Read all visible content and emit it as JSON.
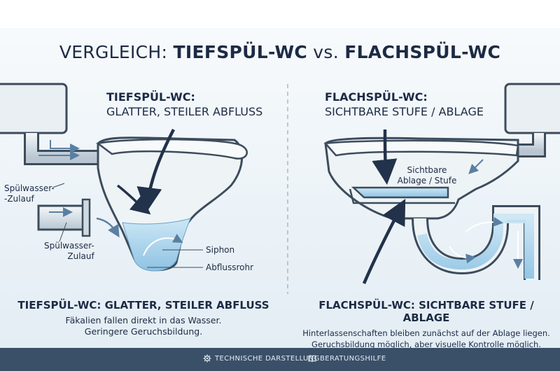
{
  "header": {
    "title_lead": "VERGLEICH: ",
    "title_a": "TIEFSPÜL-WC",
    "title_vs": " vs. ",
    "title_b": "FLACHSPÜL-WC"
  },
  "left": {
    "heading": "TIEFSPÜL-WC:",
    "subheading": "GLATTER, STEILER ABFLUSS",
    "label_inlet_top_1": "Spülwasser-",
    "label_inlet_top_2": "-Zulauf",
    "label_inlet_bottom_1": "Spülwasser-",
    "label_inlet_bottom_2": "Zulauf",
    "label_siphon": "Siphon",
    "label_drain": "Abflussrohr",
    "caption_title": "TIEFSPÜL-WC: GLATTER, STEILER ABFLUSS",
    "caption_line1": "Fäkalien fallen direkt in das Wasser.",
    "caption_line2": "Geringere Geruchsbildung."
  },
  "right": {
    "heading": "FLACHSPÜL-WC:",
    "subheading": "SICHTBARE STUFE / ABLAGE",
    "label_shelf_1": "Sichtbare",
    "label_shelf_2": "Ablage / Stufe",
    "caption_title": "FLACHSPÜL-WC: SICHTBARE STUFE / ABLAGE",
    "caption_line1": "Hinterlassenschaften bleiben zunächst auf der Ablage liegen.",
    "caption_line2": "Geruchsbildung möglich, aber visuelle Kontrolle möglich."
  },
  "footer": {
    "item1_label": "TECHNISCHE DARSTELLUNG",
    "item1_icon": "gear-icon",
    "item2_label": "BERATUNGSHILFE",
    "item2_icon": "book-icon"
  },
  "colors": {
    "background": "#f3f7fa",
    "ceramic": "#eef3f6",
    "outline": "#3d4c5c",
    "water": "#a9d4ec",
    "arrow": "#22324a",
    "footer": "#3a5068"
  }
}
